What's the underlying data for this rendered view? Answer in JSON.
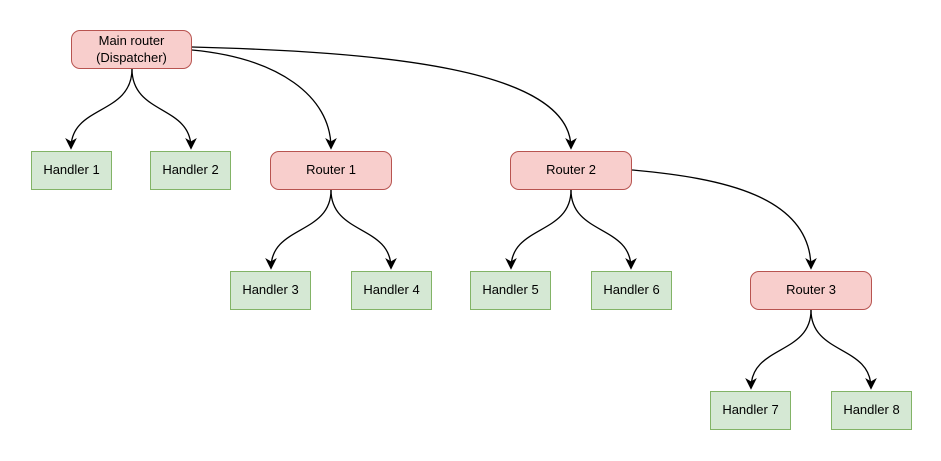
{
  "diagram": {
    "type": "tree",
    "nodes": {
      "main": {
        "line1": "Main router",
        "line2": "(Dispatcher)",
        "kind": "router"
      },
      "router1": {
        "label": "Router 1",
        "kind": "router"
      },
      "router2": {
        "label": "Router 2",
        "kind": "router"
      },
      "router3": {
        "label": "Router 3",
        "kind": "router"
      },
      "handler1": {
        "label": "Handler 1",
        "kind": "handler"
      },
      "handler2": {
        "label": "Handler 2",
        "kind": "handler"
      },
      "handler3": {
        "label": "Handler 3",
        "kind": "handler"
      },
      "handler4": {
        "label": "Handler 4",
        "kind": "handler"
      },
      "handler5": {
        "label": "Handler 5",
        "kind": "handler"
      },
      "handler6": {
        "label": "Handler 6",
        "kind": "handler"
      },
      "handler7": {
        "label": "Handler 7",
        "kind": "handler"
      },
      "handler8": {
        "label": "Handler 8",
        "kind": "handler"
      }
    },
    "edges": [
      {
        "from": "main",
        "to": "handler1"
      },
      {
        "from": "main",
        "to": "handler2"
      },
      {
        "from": "main",
        "to": "router1"
      },
      {
        "from": "main",
        "to": "router2"
      },
      {
        "from": "router1",
        "to": "handler3"
      },
      {
        "from": "router1",
        "to": "handler4"
      },
      {
        "from": "router2",
        "to": "handler5"
      },
      {
        "from": "router2",
        "to": "handler6"
      },
      {
        "from": "router2",
        "to": "router3"
      },
      {
        "from": "router3",
        "to": "handler7"
      },
      {
        "from": "router3",
        "to": "handler8"
      }
    ]
  },
  "colors": {
    "background": "#ffffff",
    "router_fill": "#f8cecc",
    "router_border": "#b85450",
    "handler_fill": "#d5e8d4",
    "handler_border": "#82b366",
    "edge": "#000000"
  }
}
